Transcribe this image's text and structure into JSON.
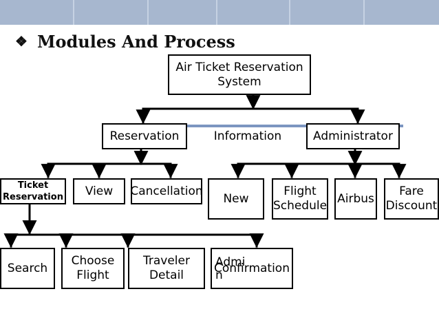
{
  "title": "Modules And Process",
  "title_bullet_icon": "diamond-bullet-icon",
  "colors": {
    "header": "#a7b7cf",
    "accent": "#7c95c0",
    "line": "#000000"
  },
  "nodes": {
    "root": "Air Ticket Reservation\nSystem",
    "reservation": "Reservation",
    "information": "Information",
    "administrator": "Administrator",
    "ticket_reservation": "Ticket\nReservation",
    "view": "View",
    "cancellation": "Cancellation",
    "new": "New",
    "flight_schedule": "Flight\nSchedule",
    "airbus": "Airbus",
    "fare_discount": "Fare\nDiscount",
    "search": "Search",
    "choose_flight": "Choose\nFlight",
    "traveler_detail": "Traveler\nDetail",
    "confirmation": "Confirmation",
    "admin_overlay": "Admi\nn"
  }
}
